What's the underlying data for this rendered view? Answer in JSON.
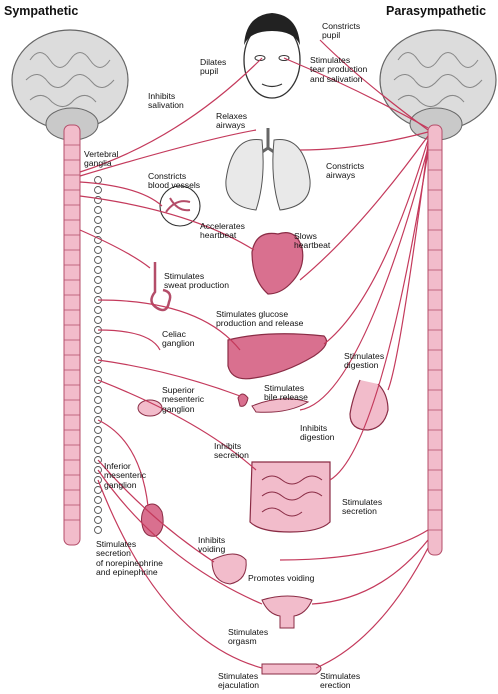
{
  "headers": {
    "sympathetic": "Sympathetic",
    "parasympathetic": "Parasympathetic"
  },
  "labels": {
    "constricts_pupil": [
      "Constricts",
      "pupil"
    ],
    "dilates_pupil": [
      "Dilates",
      "pupil"
    ],
    "stimulates_tear": [
      "Stimulates",
      "tear production",
      "and salivation"
    ],
    "inhibits_salivation": [
      "Inhibits",
      "salivation"
    ],
    "relaxes_airways": [
      "Relaxes",
      "airways"
    ],
    "vertebral_ganglia": [
      "Vertebral",
      "ganglia"
    ],
    "constricts_blood_vessels": [
      "Constricts",
      "blood vessels"
    ],
    "constricts_airways": [
      "Constricts",
      "airways"
    ],
    "accelerates_heartbeat": [
      "Accelerates",
      "heartbeat"
    ],
    "slows_heartbeat": [
      "Slows",
      "heartbeat"
    ],
    "stimulates_sweat": [
      "Stimulates",
      "sweat production"
    ],
    "stimulates_glucose": [
      "Stimulates glucose",
      "production and release"
    ],
    "celiac_ganglion": [
      "Celiac",
      "ganglion"
    ],
    "stimulates_digestion": [
      "Stimulates",
      "digestion"
    ],
    "stimulates_bile": [
      "Stimulates",
      "bile release"
    ],
    "superior_mesenteric": [
      "Superior",
      "mesenteric",
      "ganglion"
    ],
    "inhibits_digestion": [
      "Inhibits",
      "digestion"
    ],
    "inhibits_secretion": [
      "Inhibits",
      "secretion"
    ],
    "inferior_mesenteric": [
      "Inferior",
      "mesenteric",
      "ganglion"
    ],
    "stimulates_secretion": [
      "Stimulates",
      "secretion"
    ],
    "inhibits_voiding": [
      "Inhibits",
      "voiding"
    ],
    "stimulates_norepinephrine": [
      "Stimulates",
      "secretion",
      "of norepinephrine",
      "and epinephrine"
    ],
    "promotes_voiding": [
      "Promotes voiding"
    ],
    "stimulates_orgasm": [
      "Stimulates",
      "orgasm"
    ],
    "stimulates_ejaculation": [
      "Stimulates",
      "ejaculation"
    ],
    "stimulates_erection": [
      "Stimulates",
      "erection"
    ]
  },
  "colors": {
    "nerve": "#c43a5c",
    "organ_fill": "#f2bccb",
    "organ_dark": "#d9708f",
    "brain": "#dcdcdc"
  }
}
